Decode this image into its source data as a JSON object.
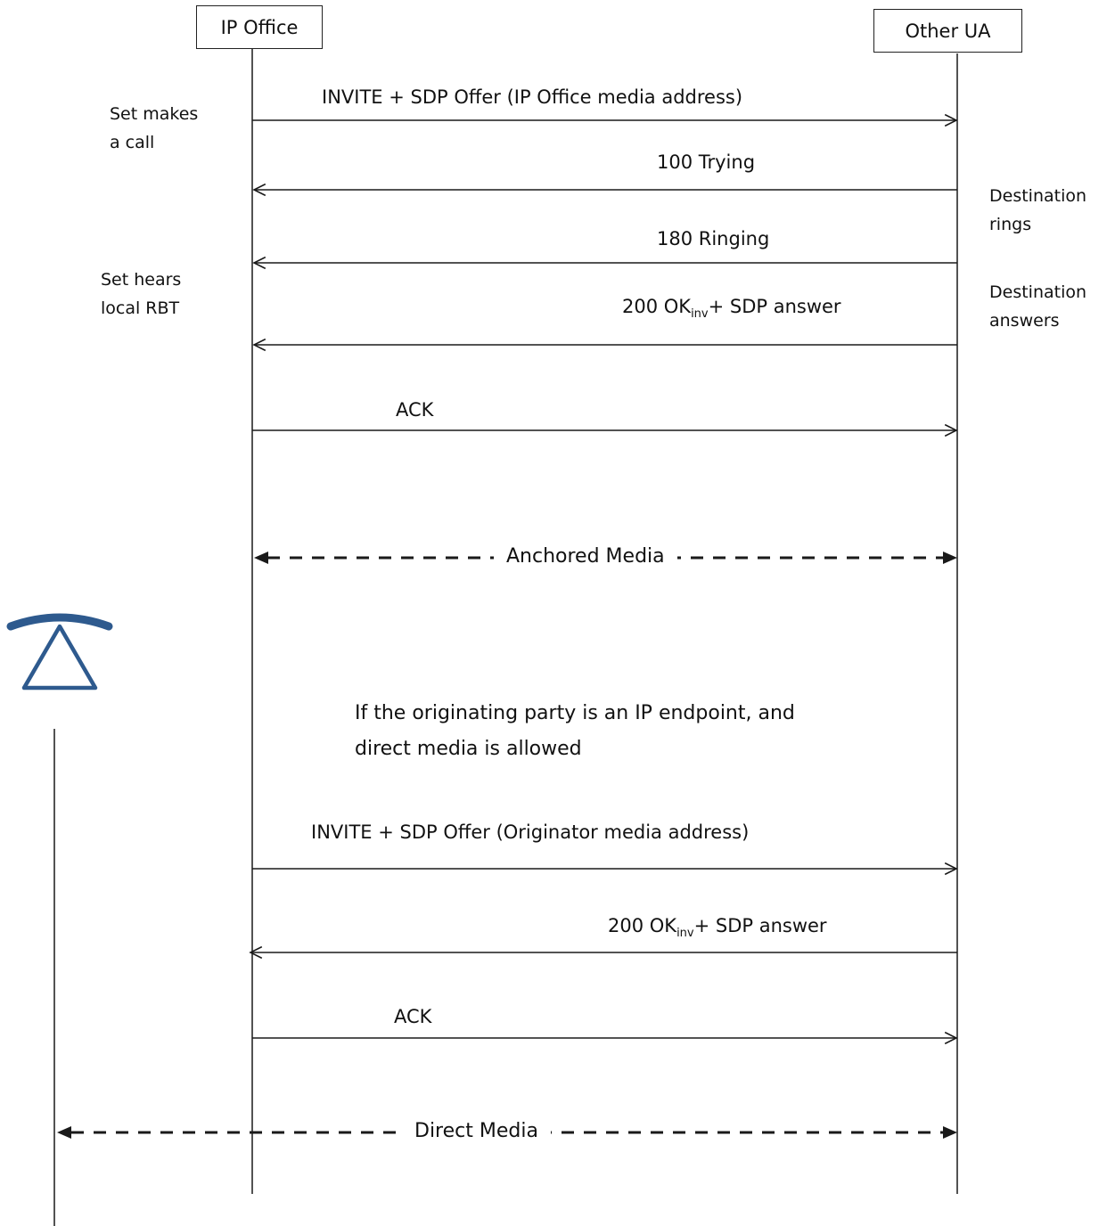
{
  "participants": {
    "left": "IP Office",
    "right": "Other UA"
  },
  "messages": [
    {
      "id": "invite1",
      "text": "INVITE + SDP Offer (IP Office media address)"
    },
    {
      "id": "trying",
      "text": "100 Trying"
    },
    {
      "id": "ringing",
      "text": "180 Ringing"
    },
    {
      "id": "ok1",
      "main": "200 OK",
      "sub": "inv",
      "tail": "+ SDP answer"
    },
    {
      "id": "ack1",
      "text": "ACK"
    },
    {
      "id": "invite2",
      "text": "INVITE + SDP Offer (Originator media address)"
    },
    {
      "id": "ok2",
      "main": "200 OK",
      "sub": "inv",
      "tail": "+ SDP answer"
    },
    {
      "id": "ack2",
      "text": "ACK"
    }
  ],
  "notes": {
    "left_makes_call": [
      "Set makes",
      "a call"
    ],
    "left_hears_rbt": [
      "Set hears",
      "local RBT"
    ],
    "right_rings": [
      "Destination",
      "rings"
    ],
    "right_answers": [
      "Destination",
      "answers"
    ]
  },
  "media": {
    "anchored": "Anchored Media",
    "direct": "Direct Media"
  },
  "condition": [
    "If the originating party is an IP endpoint, and",
    "direct media is allowed"
  ],
  "colors": {
    "line": "#1a1a1a",
    "phone_icon": "#2e5a8e"
  },
  "icons": [
    "telephone-icon"
  ]
}
